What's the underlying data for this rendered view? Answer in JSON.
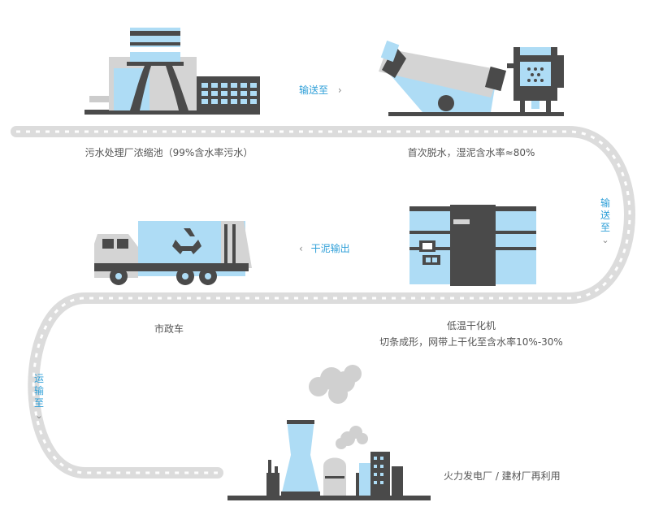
{
  "colors": {
    "accent": "#2e9fd8",
    "light_blue": "#aedcf5",
    "dark": "#4a4a4a",
    "belt": "#dcdcdc",
    "belt_dash": "#ffffff"
  },
  "stages": {
    "sewage_plant": {
      "label": "污水处理厂浓缩池（99%含水率污水）"
    },
    "dewatering": {
      "label": "首次脱水，湿泥含水率≈80%"
    },
    "dryer": {
      "label": "低温干化机",
      "sublabel": "切条成形，网带上干化至含水率10%-30%"
    },
    "truck": {
      "label": "市政车"
    },
    "power_plant": {
      "label": "火力发电厂 / 建材厂再利用"
    }
  },
  "arrows": {
    "conveyed_to": "输送至",
    "conveyed_to_vertical": "输送至",
    "dry_sludge_out": "干泥输出",
    "transported_to": "运输至",
    "chevron_right": "›",
    "chevron_left": "‹",
    "chevron_down": "⌄"
  }
}
